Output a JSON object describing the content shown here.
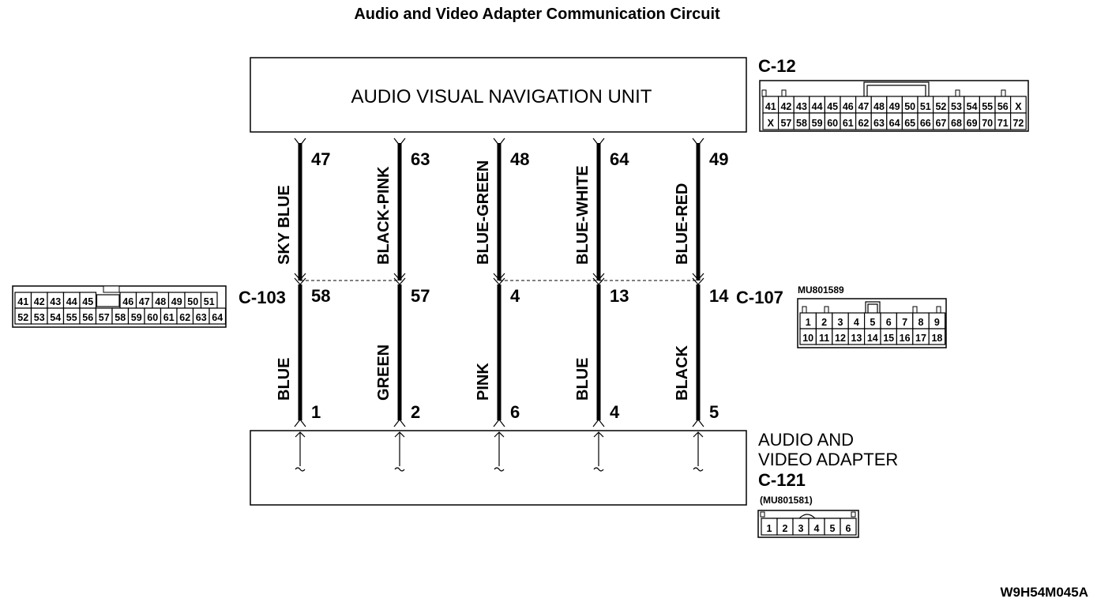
{
  "title": "Audio and Video Adapter Communication Circuit",
  "top_unit": {
    "label": "AUDIO VISUAL NAVIGATION UNIT",
    "connector": "C-12"
  },
  "bottom_unit": {
    "label_line1": "AUDIO AND",
    "label_line2": "VIDEO ADAPTER",
    "connector": "C-121",
    "part_number": "(MU801581)"
  },
  "middle_connectors": {
    "left": "C-103",
    "right": "C-107",
    "right_part_number": "MU801589"
  },
  "wires": [
    {
      "top_pin": "47",
      "upper_color": "SKY BLUE",
      "mid_pin": "58",
      "lower_color": "BLUE",
      "bottom_pin": "1"
    },
    {
      "top_pin": "63",
      "upper_color": "BLACK-PINK",
      "mid_pin": "57",
      "lower_color": "GREEN",
      "bottom_pin": "2"
    },
    {
      "top_pin": "48",
      "upper_color": "BLUE-GREEN",
      "mid_pin": "4",
      "lower_color": "PINK",
      "bottom_pin": "6"
    },
    {
      "top_pin": "64",
      "upper_color": "BLUE-WHITE",
      "mid_pin": "13",
      "lower_color": "BLUE",
      "bottom_pin": "4"
    },
    {
      "top_pin": "49",
      "upper_color": "BLUE-RED",
      "mid_pin": "14",
      "lower_color": "BLACK",
      "bottom_pin": "5"
    }
  ],
  "c12_pins": {
    "row1": [
      "41",
      "42",
      "43",
      "44",
      "45",
      "46",
      "47",
      "48",
      "49",
      "50",
      "51",
      "52",
      "53",
      "54",
      "55",
      "56",
      "X"
    ],
    "row2": [
      "X",
      "57",
      "58",
      "59",
      "60",
      "61",
      "62",
      "63",
      "64",
      "65",
      "66",
      "67",
      "68",
      "69",
      "70",
      "71",
      "72"
    ]
  },
  "c103_pins": {
    "row1": [
      "41",
      "42",
      "43",
      "44",
      "45",
      "",
      "46",
      "47",
      "48",
      "49",
      "50",
      "51"
    ],
    "row2": [
      "52",
      "53",
      "54",
      "55",
      "56",
      "57",
      "58",
      "59",
      "60",
      "61",
      "62",
      "63",
      "64"
    ]
  },
  "c107_pins": {
    "row1": [
      "1",
      "2",
      "3",
      "4",
      "5",
      "6",
      "7",
      "8",
      "9"
    ],
    "row2": [
      "10",
      "11",
      "12",
      "13",
      "14",
      "15",
      "16",
      "17",
      "18"
    ]
  },
  "c121_pins": {
    "row1": [
      "1",
      "2",
      "3",
      "4",
      "5",
      "6"
    ]
  },
  "diagram_code": "W9H54M045A"
}
